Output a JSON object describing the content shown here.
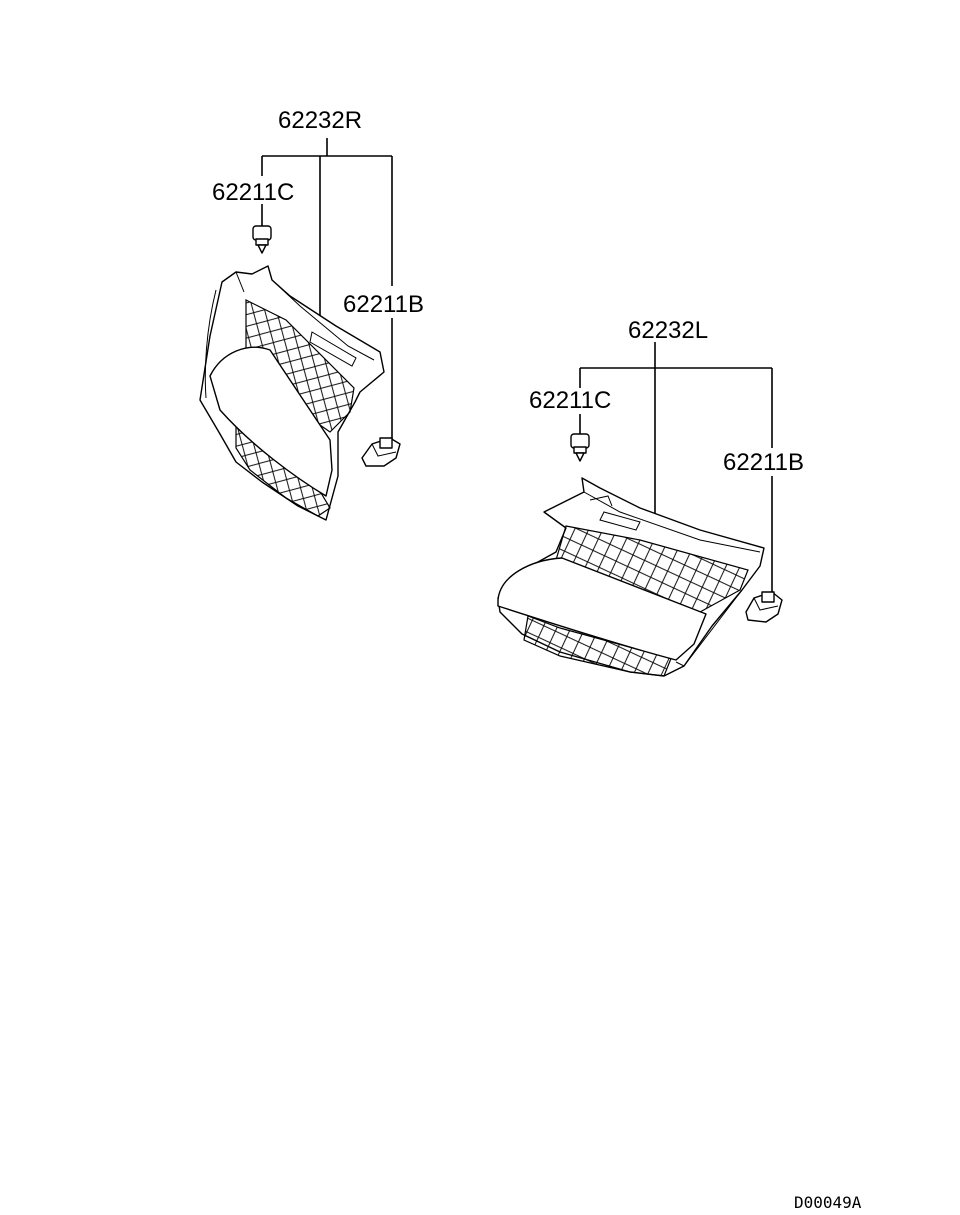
{
  "diagram": {
    "groups": [
      {
        "assembly": "62232R",
        "clip": "62211C",
        "fastener": "62211B"
      },
      {
        "assembly": "62232L",
        "clip": "62211C",
        "fastener": "62211B"
      }
    ],
    "reference_code": "D00049A"
  }
}
